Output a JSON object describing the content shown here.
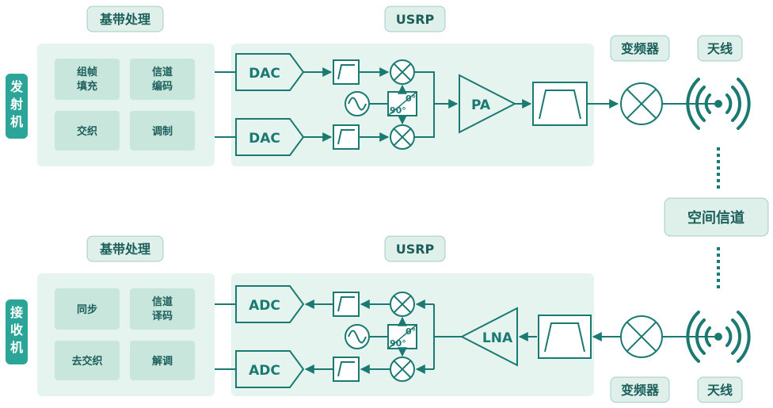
{
  "colors": {
    "panel": "#e6f4ef",
    "block": "#c9e6dd",
    "stroke": "#1a7a72",
    "side": "#2aa597",
    "text": "#1c5f5a",
    "pill": "#dff0ea"
  },
  "tx": {
    "side_label": "发射机",
    "baseband_title": "基带处理",
    "usrp_title": "USRP",
    "blocks": [
      "组帧\n填充",
      "信道\n编码",
      "交织",
      "调制"
    ],
    "dac_top": "DAC",
    "dac_bottom": "DAC",
    "phase_90": "90°",
    "phase_0": "0°",
    "amp": "PA",
    "mixer_title": "变频器",
    "antenna_title": "天线"
  },
  "rx": {
    "side_label": "接收机",
    "baseband_title": "基带处理",
    "usrp_title": "USRP",
    "blocks": [
      "同步",
      "信道\n译码",
      "去交织",
      "解调"
    ],
    "adc_top": "ADC",
    "adc_bottom": "ADC",
    "phase_90": "90°",
    "phase_0": "0°",
    "amp": "LNA",
    "mixer_title": "变频器",
    "antenna_title": "天线"
  },
  "channel_label": "空间信道"
}
